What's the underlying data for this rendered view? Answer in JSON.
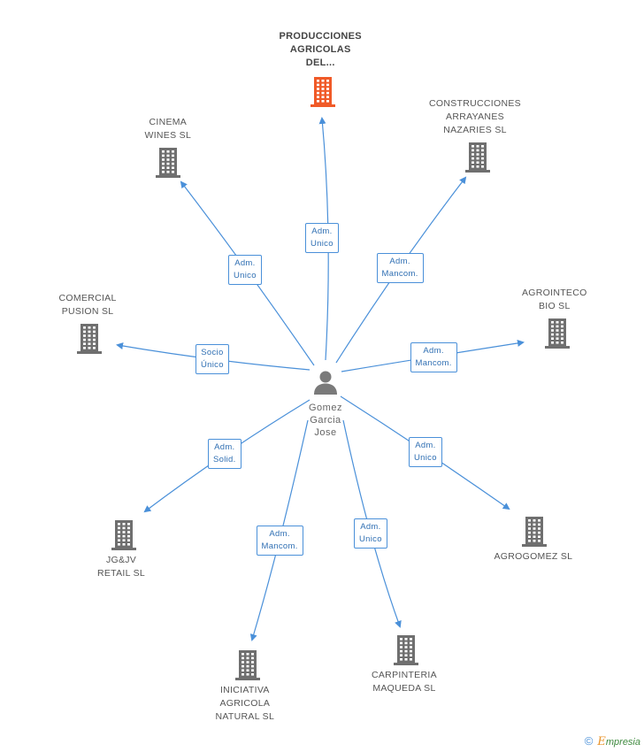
{
  "colors": {
    "edge": "#4a90d9",
    "building": "#6f6f6f",
    "focal_building": "#f05a28",
    "person": "#7a7a7a"
  },
  "person": {
    "name_lines": [
      "Gomez",
      "Garcia",
      "Jose"
    ],
    "icon": "person-icon"
  },
  "companies": [
    {
      "id": "producciones",
      "lines": [
        "PRODUCCIONES",
        "AGRICOLAS",
        "DEL..."
      ],
      "focal": true,
      "icon": "building-icon"
    },
    {
      "id": "cinema",
      "lines": [
        "CINEMA",
        "WINES SL"
      ],
      "icon": "building-icon"
    },
    {
      "id": "construcciones",
      "lines": [
        "CONSTRUCCIONES",
        "ARRAYANES",
        "NAZARIES SL"
      ],
      "icon": "building-icon"
    },
    {
      "id": "comercial",
      "lines": [
        "COMERCIAL",
        "PUSION SL"
      ],
      "icon": "building-icon"
    },
    {
      "id": "agrointeco",
      "lines": [
        "AGROINTECO",
        "BIO SL"
      ],
      "icon": "building-icon"
    },
    {
      "id": "jgjv",
      "lines": [
        "JG&JV",
        "RETAIL  SL"
      ],
      "icon": "building-icon"
    },
    {
      "id": "agrogomez",
      "lines": [
        "AGROGOMEZ SL"
      ],
      "icon": "building-icon"
    },
    {
      "id": "iniciativa",
      "lines": [
        "INICIATIVA",
        "AGRICOLA",
        "NATURAL SL"
      ],
      "icon": "building-icon"
    },
    {
      "id": "carpinteria",
      "lines": [
        "CARPINTERIA",
        "MAQUEDA  SL"
      ],
      "icon": "building-icon"
    }
  ],
  "edges": [
    {
      "to": "producciones",
      "lines": [
        "Adm.",
        "Unico"
      ]
    },
    {
      "to": "cinema",
      "lines": [
        "Adm.",
        "Unico"
      ]
    },
    {
      "to": "construcciones",
      "lines": [
        "Adm.",
        "Mancom."
      ]
    },
    {
      "to": "comercial",
      "lines": [
        "Socio",
        "Único"
      ]
    },
    {
      "to": "agrointeco",
      "lines": [
        "Adm.",
        "Mancom."
      ]
    },
    {
      "to": "jgjv",
      "lines": [
        "Adm.",
        "Solid."
      ]
    },
    {
      "to": "agrogomez",
      "lines": [
        "Adm.",
        "Unico"
      ]
    },
    {
      "to": "iniciativa",
      "lines": [
        "Adm.",
        "Mancom."
      ]
    },
    {
      "to": "carpinteria",
      "lines": [
        "Adm.",
        "Unico"
      ]
    }
  ],
  "watermark": {
    "copyright": "©",
    "brand_initial": "E",
    "brand_rest": "mpresia"
  }
}
